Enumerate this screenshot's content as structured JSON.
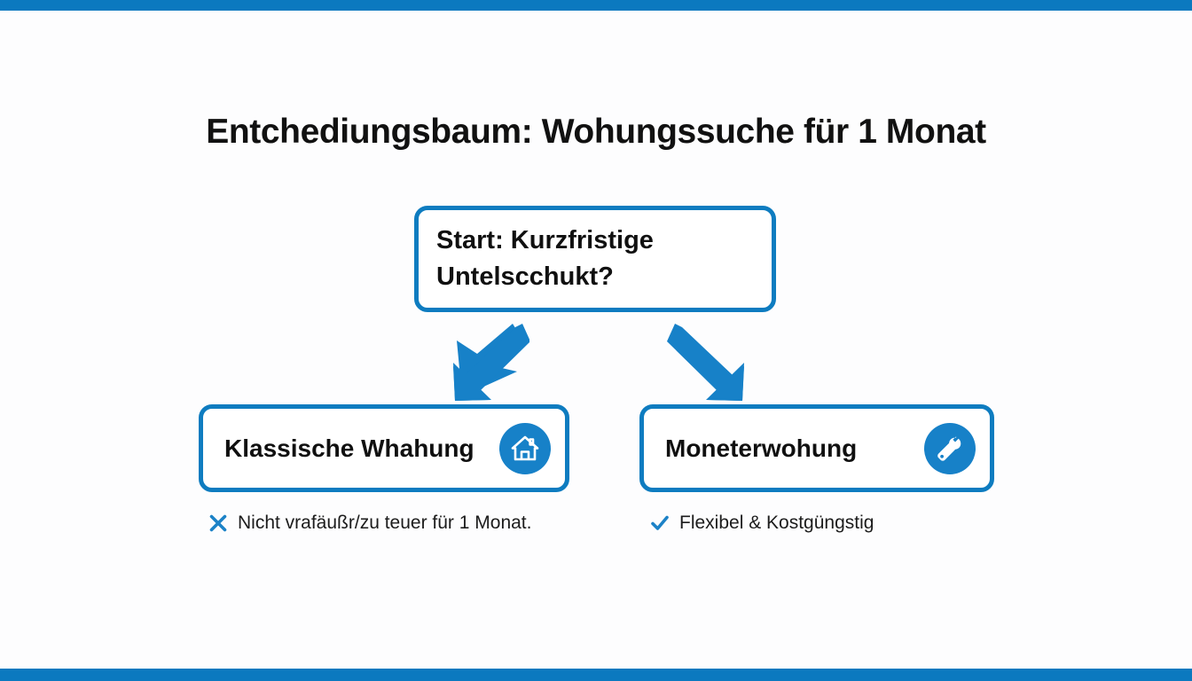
{
  "slide": {
    "title": "Entchediungsbaum: Wohungssuche für 1 Monat",
    "background_color": "#fdfdfe",
    "accent_color": "#0B79BF",
    "node_border_color": "#0E7CC0",
    "icon_badge_color": "#1781C8",
    "text_color": "#101010"
  },
  "tree": {
    "root": {
      "label": "Start: Kurzfristige Untelscchukt?",
      "line1": "Start: Kurzfristige",
      "line2": "Untelscchukt?"
    },
    "branches": [
      {
        "label": "Klassische Whahung",
        "icon": "house-icon",
        "caption": "Nicht vrafäußr/zu teuer für 1 Monat.",
        "caption_mark": "cross-icon",
        "caption_mark_color": "#1C82C7",
        "arrow": "arrow-down-left-icon"
      },
      {
        "label": "Moneterwohung",
        "icon": "wrench-icon",
        "caption": "Flexibel & Kostgüngstig",
        "caption_mark": "check-icon",
        "caption_mark_color": "#1C82C7",
        "arrow": "arrow-down-right-icon"
      }
    ]
  }
}
